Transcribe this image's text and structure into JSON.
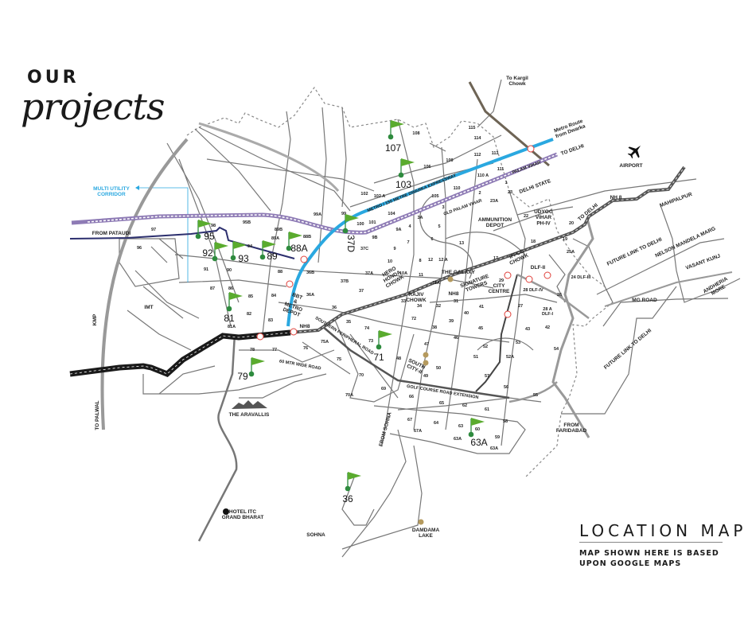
{
  "header": {
    "our": "OUR",
    "projects": "projects"
  },
  "legend": {
    "title": "LOCATION MAP",
    "note": "MAP SHOWN HERE IS BASED UPON GOOGLE  MAPS"
  },
  "colors": {
    "flag": "#5aab2e",
    "flag_dot": "#2e8b3e",
    "metro": "#2aa8e0",
    "dwarka_expressway": "#8e7bb5",
    "pataudi_road": "#2c2f6e",
    "nh8": "#1a1a1a",
    "road": "#777777",
    "landmark_dot": "#b59a5e",
    "metro_station": "#e0403a",
    "kargil_road": "#6e6455"
  },
  "projects": [
    {
      "label": "107"
    },
    {
      "label": "103"
    },
    {
      "label": "95"
    },
    {
      "label": "92"
    },
    {
      "label": "93"
    },
    {
      "label": "89"
    },
    {
      "label": "88A"
    },
    {
      "label": "37D"
    },
    {
      "label": "81"
    },
    {
      "label": "79"
    },
    {
      "label": "71"
    },
    {
      "label": "63A"
    },
    {
      "label": "36"
    }
  ],
  "sectors": [
    "115",
    "114",
    "112",
    "113",
    "109",
    "108",
    "106",
    "111",
    "110 A",
    "110",
    "1",
    "105",
    "102 A",
    "102",
    "104",
    "3",
    "3A",
    "23",
    "23A",
    "99",
    "99A",
    "100",
    "101",
    "9A",
    "4",
    "5",
    "9B",
    "7",
    "6",
    "9",
    "10",
    "8",
    "12",
    "12 A",
    "13",
    "11",
    "11A",
    "10A",
    "37C",
    "37A",
    "37B",
    "37",
    "36B",
    "36A",
    "36",
    "35",
    "34",
    "33",
    "32",
    "31",
    "72",
    "74",
    "73",
    "38",
    "39",
    "40",
    "41",
    "45",
    "46",
    "47",
    "48",
    "50",
    "49",
    "51",
    "52",
    "53",
    "52A",
    "54",
    "57",
    "56",
    "55",
    "58",
    "59",
    "61",
    "62",
    "65",
    "66",
    "67",
    "67A",
    "64",
    "63",
    "60",
    "63A",
    "63A",
    "69",
    "70",
    "70A",
    "75",
    "75A",
    "76",
    "77",
    "78",
    "81A",
    "82",
    "83",
    "84",
    "85",
    "86",
    "87",
    "88",
    "89A",
    "89B",
    "88B",
    "95B",
    "94",
    "98",
    "97",
    "96",
    "91",
    "90",
    "27",
    "28 DLF-IV",
    "29",
    "28 A DLF-I",
    "42",
    "43",
    "26",
    "24 DLF-III",
    "25A",
    "19",
    "18",
    "17",
    "22",
    "20",
    "2"
  ],
  "places": {
    "ammunition_depot": [
      "AMMUNITION",
      "DEPOT"
    ],
    "udyog_vihar": [
      "UDYOG",
      "VIHAR",
      "PH-IV"
    ],
    "iffco_chowk": [
      "IFFCO",
      "CHOWK"
    ],
    "dlf_ii": "DLF-II",
    "the_galaxy": "THE GALAXY",
    "hero_honda_chowk": [
      "HERO",
      "HONDA",
      "CHOWK"
    ],
    "rajiv_chowk": [
      "RAJIV",
      "CHOWK"
    ],
    "nh8_a": "NH8",
    "nh8_b": "NH8",
    "nh8_c": "NH 8",
    "signature_towers": [
      "SIGNATURE",
      "TOWERS"
    ],
    "city_centre": [
      "CITY",
      "CENTRE"
    ],
    "delhi_state": "DELHI STATE",
    "airport": "AIRPORT",
    "mahipalpur": "MAHIPALPUR",
    "nelson_mandela_marg": "NELSON MANDELA MARG",
    "vasant_kunj": "VASANT KUNJ",
    "andheria_more": [
      "ANDHERIA",
      "MORE"
    ],
    "mg_road": "MG ROAD",
    "future_link_1": "FUTURE LINK TO DELHI",
    "future_link_2": "FUTURE LINK TO DELHI",
    "to_delhi_nh8": "TO DELHI",
    "to_delhi_expressway": "TO DELHI",
    "to_kargil_chowk": [
      "To Kargil",
      "Chowk"
    ],
    "metro_route": [
      "Metro Route",
      "from Dwarka"
    ],
    "from_pataudi": "FROM PATAUDI",
    "kmp": "KMP",
    "to_palwal": "TO PALWAL",
    "bbt_metro_depot": [
      "BBT",
      "&",
      "METRO",
      "DEPOT"
    ],
    "south_city_ii": [
      "SOUTH",
      "CITY-II"
    ],
    "golf_course_road_ext": "GOLF COURSE ROAD EXTENSION",
    "southern_peripheral_road": "SOUTHERN PERIPHERAL ROAD",
    "sixty_mtr_road": "60 MTR WIDE ROAD",
    "dwarka_expressway": "METRO / 150 METRE DWARKA EXPRESSWAY",
    "palam_vihar": "PALAM VIHAR",
    "old_palam_vihar": "OLD PALAM VIHAR",
    "from_sohna": "FROM SOHNA",
    "from_faridabad": [
      "FROM",
      "FARIDABAD"
    ],
    "damdama_lake": [
      "DAMDAMA",
      "LAKE"
    ],
    "sohna": "SOHNA",
    "hotel_itc": [
      "HOTEL ITC",
      "GRAND BHARAT"
    ],
    "the_aravallis": "THE ARAVALLIS",
    "imt": "IMT",
    "multi_utility_corridor": [
      "MULTI UTILITY",
      "CORRIDOR"
    ]
  }
}
